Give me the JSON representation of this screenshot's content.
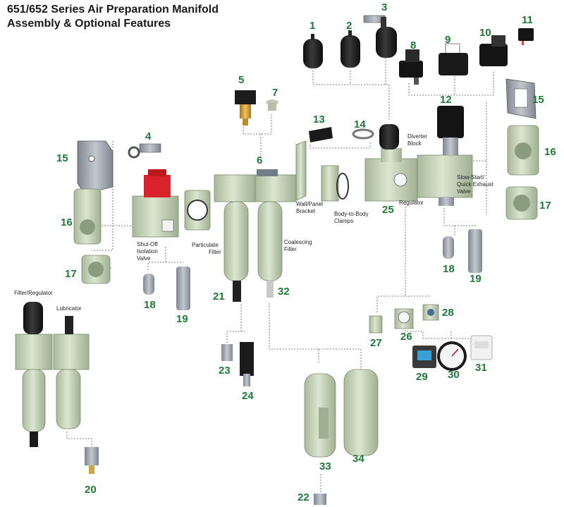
{
  "title": {
    "line1": "651/652 Series Air Preparation Manifold",
    "line2": "Assembly & Optional Features"
  },
  "colors": {
    "callout": "#1f7a3a",
    "body": "#c9d6bd",
    "body_shade": "#9fb092",
    "cap": "#1b1b1b",
    "red_handle": "#d8232a",
    "bracket": "#8b96a6",
    "brass": "#d19a2a"
  },
  "callouts": {
    "c1": "1",
    "c2": "2",
    "c3": "3",
    "c4": "4",
    "c5": "5",
    "c6": "6",
    "c7": "7",
    "c8": "8",
    "c9": "9",
    "c10": "10",
    "c11": "11",
    "c12": "12",
    "c13": "13",
    "c14": "14",
    "c15a": "15",
    "c15b": "15",
    "c16a": "16",
    "c16b": "16",
    "c17a": "17",
    "c17b": "17",
    "c18a": "18",
    "c18b": "18",
    "c19a": "19",
    "c19b": "19",
    "c20": "20",
    "c21": "21",
    "c22": "22",
    "c23": "23",
    "c24": "24",
    "c25": "25",
    "c26": "26",
    "c27": "27",
    "c28": "28",
    "c29": "29",
    "c30": "30",
    "c31": "31",
    "c32": "32",
    "c33": "33",
    "c34": "34"
  },
  "labels": {
    "diverter_1": "Diverter",
    "diverter_2": "Block",
    "wall_1": "Wall/Panel",
    "wall_2": "Bracket",
    "b2b_1": "Body-to-Body",
    "b2b_2": "Clamps",
    "regulator": "Regulator",
    "slow_1": "Slow-Start/",
    "slow_2": "Quick Exhaust",
    "slow_3": "Valve",
    "shutoff_1": "Shut-Off",
    "shutoff_2": "Isolation",
    "shutoff_3": "Valve",
    "particulate_1": "Particulate",
    "particulate_2": "Filter",
    "coalescing_1": "Coalescing",
    "coalescing_2": "Filter",
    "filter_regulator": "Filter/Regulator",
    "lubricator": "Lubricator"
  },
  "icons": [
    "regulator-knob-icon",
    "solenoid-coil-icon",
    "pressure-switch-icon",
    "mounting-bracket-icon",
    "flange-port-icon",
    "filter-bowl-icon",
    "pressure-gauge-icon",
    "drain-valve-icon",
    "muffler-icon"
  ]
}
